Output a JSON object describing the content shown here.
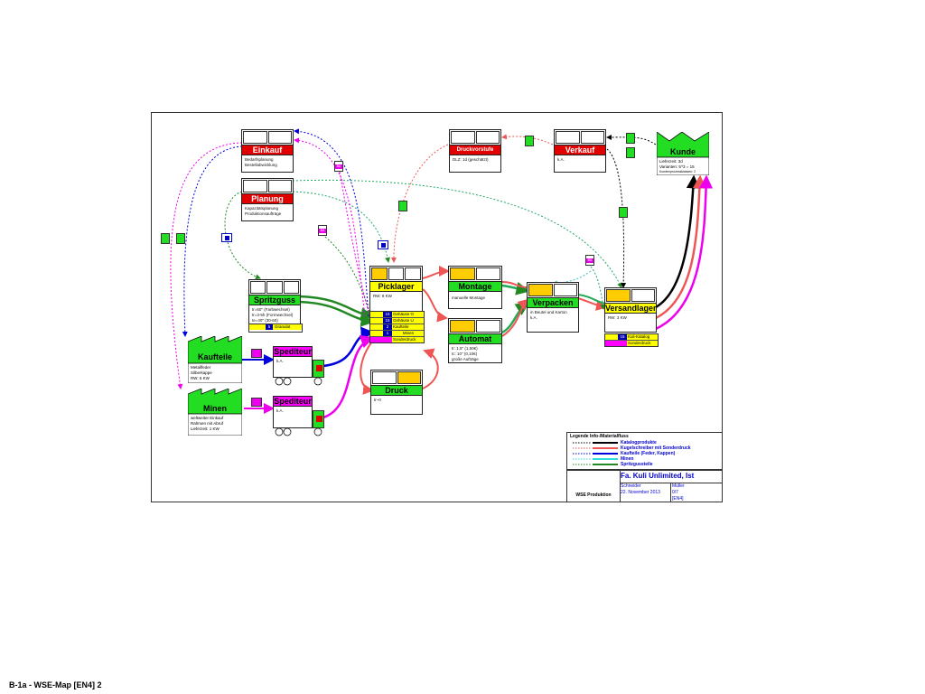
{
  "footer": "B-1a - WSE-Map [EN4] 2",
  "processes": {
    "einkauf": {
      "title": "Einkauf",
      "count": "3",
      "info": [
        "Bedarfsplanung",
        "Bestellabwicklung"
      ]
    },
    "planung": {
      "title": "Planung",
      "count": "3",
      "info": [
        "Kapazitätsplanung",
        "Produktionsaufträge"
      ]
    },
    "spritzguss": {
      "title": "Spritzguss",
      "count": "3",
      "info": [
        "tr=60\" (Farbwechsel)",
        "tr=3-5h (Formwechsel)",
        "te=40\" (30-60)"
      ]
    },
    "picklager": {
      "title": "Picklager",
      "info": [
        "RW: 8 KW"
      ]
    },
    "montage": {
      "title": "Montage",
      "info": [
        "manuelle Montage"
      ]
    },
    "automat": {
      "title": "Automat",
      "info": [
        "tr: 1,5\" (1,50€)",
        "tc: 10\" (0,10€)",
        "große Aufträge"
      ]
    },
    "druck": {
      "title": "Druck",
      "info": [
        "tr~0"
      ]
    },
    "verpacken": {
      "title": "Verpacken",
      "info": [
        "in Beutel und Karton",
        "k.A."
      ]
    },
    "versandlager": {
      "title": "Versandlager",
      "info": [
        "RW: 3 KW"
      ]
    },
    "druckvorstufe": {
      "title": "Druckvorstufe",
      "count": "3",
      "info": [
        "DLZ: 1d (geschätzt)"
      ]
    },
    "verkauf": {
      "title": "Verkauf",
      "count": "3",
      "info": [
        "k.A."
      ]
    }
  },
  "kunde": {
    "title": "Kunde",
    "info": [
      "Lieferzeit: 3d",
      "Varianten: 5^3 = 15",
      "Kundenprozessklassen: 2"
    ]
  },
  "kaufteile": {
    "title": "Kaufteile",
    "info": [
      "Metallfeder",
      "Silberkappe",
      "RW: 6 KW"
    ]
  },
  "minen": {
    "title": "Minen",
    "info": [
      "weltweiter Einkauf",
      "Rahmen mit Abruf",
      "Lieferzeit: 1 KW"
    ]
  },
  "spediteur1": {
    "title": "Spediteur",
    "info": "k.A."
  },
  "spediteur2": {
    "title": "Spediteur",
    "info": "k.A."
  },
  "spritzguss_inv": {
    "count": "5",
    "label": "Granulat"
  },
  "picklager_inv": [
    {
      "count": "15",
      "label": "Gehäuse O"
    },
    {
      "count": "15",
      "label": "Gehäuse U"
    },
    {
      "count": "2",
      "label": "Kaufteile"
    },
    {
      "count": "1",
      "label": "Minen"
    },
    {
      "count": "",
      "label": "Sonderdruck"
    }
  ],
  "versand_inv": [
    {
      "count": "15",
      "label": "Kuli-Katalog"
    },
    {
      "count": "",
      "label": "Sonderdruck"
    }
  ],
  "docs": {
    "ba": "BA"
  },
  "legend": {
    "title": "Legende Info-/Materialfluss",
    "rows": [
      {
        "label": "Katalogprodukte",
        "color": "#000000"
      },
      {
        "label": "Kugelschreiber mit Sonderdruck",
        "color": "#ee5555"
      },
      {
        "label": "Kaufteile (Feder, Kappen)",
        "color": "#0000dd"
      },
      {
        "label": "Minen",
        "color": "#33dddd"
      },
      {
        "label": "Spritzgussteile",
        "color": "#228822"
      }
    ]
  },
  "titleblock": {
    "company": "Fa. Kuli Unlimited, Ist",
    "author1": "Schneider",
    "author2": "Müller",
    "date": "22. November 2013",
    "sheet": "0/7",
    "code": "[EN4]",
    "project": "WSE Produktion"
  }
}
